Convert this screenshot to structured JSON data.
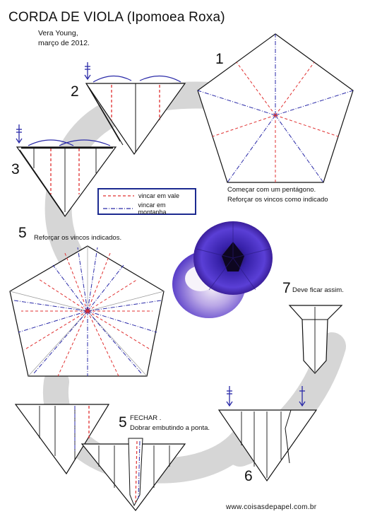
{
  "title": "CORDA DE VIOLA (Ipomoea Roxa)",
  "author": {
    "name": "Vera Young,",
    "date": "março de 2012."
  },
  "steps": {
    "s1": {
      "number": "1",
      "line1": "Começar com um pentágono.",
      "line2": "Reforçar os vincos como indicado"
    },
    "s2": {
      "number": "2"
    },
    "s3": {
      "number": "3"
    },
    "s5a": {
      "number": "5",
      "text": "Reforçar os vincos indicados."
    },
    "s5b": {
      "number": "5",
      "line1": "FECHAR .",
      "line2": "Dobrar embutindo a ponta."
    },
    "s6": {
      "number": "6"
    },
    "s7": {
      "number": "7",
      "text": "Deve ficar assim."
    }
  },
  "legend": {
    "valley": "vincar em vale",
    "mountain": "vincar em montanha"
  },
  "colors": {
    "valley": "#e03030",
    "mountain": "#2a2aa8",
    "paper_line": "#111111",
    "legend_border": "#1c2a90",
    "flower": "#4a2fc0"
  },
  "website": "www.coisasdepapel.com.br"
}
